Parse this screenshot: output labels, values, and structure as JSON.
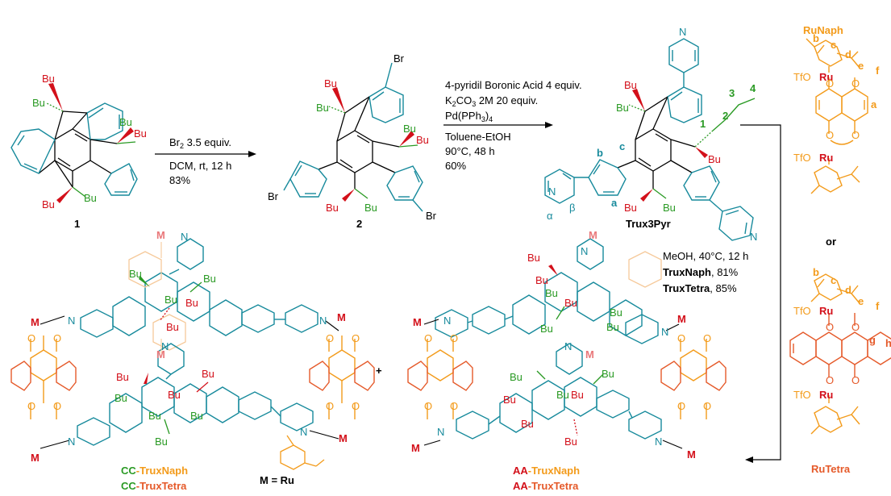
{
  "colors": {
    "teal": "#178a9c",
    "red": "#d3101a",
    "green": "#2a9a24",
    "orange": "#f39b1b",
    "dark_orange": "#e55a2a",
    "pink": "#e9787a",
    "black": "#000000"
  },
  "compounds": {
    "c1": "1",
    "c2": "2",
    "trux3pyr": "Trux3Pyr",
    "runaph": "RuNaph",
    "rutetra": "RuTetra",
    "or": "or"
  },
  "step1": {
    "line1_main": "Br",
    "line1_sub": "2",
    "line1_rest": " 3.5 equiv.",
    "line2": "DCM, rt, 12 h",
    "line3": "83%"
  },
  "step2": {
    "line1": "4-pyridil Boronic Acid 4 equiv.",
    "line2_a": "K",
    "line2_sub": "2",
    "line2_b": "CO",
    "line2_sub2": "3",
    "line2_c": " 2M 20 equiv.",
    "line3_a": "Pd(PPh",
    "line3_sub": "3",
    "line3_b": ")",
    "line3_sub2": "4",
    "line4": "Toluene-EtOH",
    "line5": "90°C, 48 h",
    "line6": "60%"
  },
  "step3": {
    "line1": "MeOH, 40°C, 12 h",
    "line2_bold": "TruxNaph",
    "line2_rest": ", 81%",
    "line3_bold": "TruxTetra",
    "line3_rest": ", 85%"
  },
  "labels": {
    "bu": "Bu",
    "br": "Br",
    "n": "N",
    "m": "M",
    "o": "O",
    "ru": "Ru",
    "tfo": "TfO",
    "alpha": "α",
    "beta": "β",
    "pos_a": "a",
    "pos_b": "b",
    "pos_c": "c",
    "pos_d": "d",
    "pos_e": "e",
    "pos_f": "f",
    "pos_g": "g",
    "pos_h": "h",
    "chain_1": "1",
    "chain_2": "2",
    "chain_3": "3",
    "chain_4": "4",
    "m_equals": "M = Ru",
    "plus": "+"
  },
  "cages": {
    "cc_prefix": "CC",
    "aa_prefix": "AA",
    "naph": "-TruxNaph",
    "tetra": "-TruxTetra"
  }
}
